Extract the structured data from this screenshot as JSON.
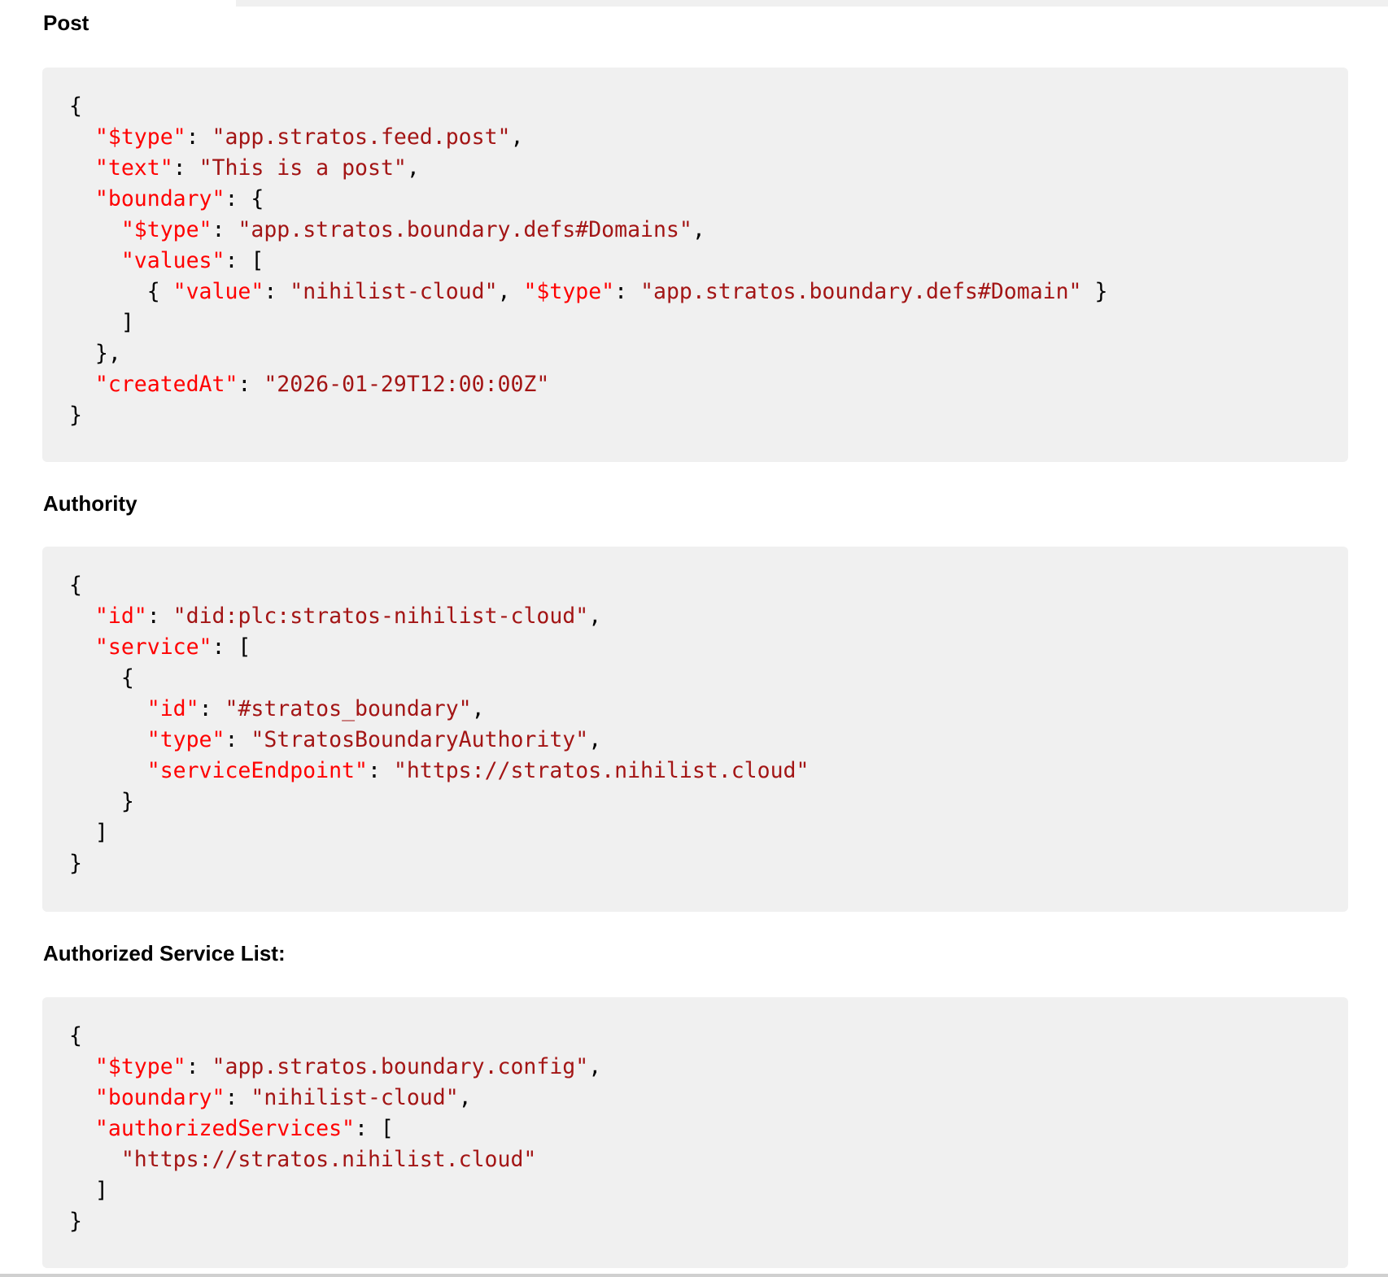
{
  "sections": [
    {
      "heading": "Post",
      "lines": [
        [
          [
            "p",
            "{"
          ]
        ],
        [
          [
            "p",
            "  "
          ],
          [
            "k",
            "\"$type\""
          ],
          [
            "p",
            ": "
          ],
          [
            "s",
            "\"app.stratos.feed.post\""
          ],
          [
            "p",
            ","
          ]
        ],
        [
          [
            "p",
            "  "
          ],
          [
            "k",
            "\"text\""
          ],
          [
            "p",
            ": "
          ],
          [
            "s",
            "\"This is a post\""
          ],
          [
            "p",
            ","
          ]
        ],
        [
          [
            "p",
            "  "
          ],
          [
            "k",
            "\"boundary\""
          ],
          [
            "p",
            ": {"
          ]
        ],
        [
          [
            "p",
            "    "
          ],
          [
            "k",
            "\"$type\""
          ],
          [
            "p",
            ": "
          ],
          [
            "s",
            "\"app.stratos.boundary.defs#Domains\""
          ],
          [
            "p",
            ","
          ]
        ],
        [
          [
            "p",
            "    "
          ],
          [
            "k",
            "\"values\""
          ],
          [
            "p",
            ": ["
          ]
        ],
        [
          [
            "p",
            "      { "
          ],
          [
            "k",
            "\"value\""
          ],
          [
            "p",
            ": "
          ],
          [
            "s",
            "\"nihilist-cloud\""
          ],
          [
            "p",
            ", "
          ],
          [
            "k",
            "\"$type\""
          ],
          [
            "p",
            ": "
          ],
          [
            "s",
            "\"app.stratos.boundary.defs#Domain\""
          ],
          [
            "p",
            " }"
          ]
        ],
        [
          [
            "p",
            "    ]"
          ]
        ],
        [
          [
            "p",
            "  },"
          ]
        ],
        [
          [
            "p",
            "  "
          ],
          [
            "k",
            "\"createdAt\""
          ],
          [
            "p",
            ": "
          ],
          [
            "s",
            "\"2026-01-29T12:00:00Z\""
          ]
        ],
        [
          [
            "p",
            "}"
          ]
        ]
      ]
    },
    {
      "heading": "Authority",
      "lines": [
        [
          [
            "p",
            "{"
          ]
        ],
        [
          [
            "p",
            "  "
          ],
          [
            "k",
            "\"id\""
          ],
          [
            "p",
            ": "
          ],
          [
            "s",
            "\"did:plc:stratos-nihilist-cloud\""
          ],
          [
            "p",
            ","
          ]
        ],
        [
          [
            "p",
            "  "
          ],
          [
            "k",
            "\"service\""
          ],
          [
            "p",
            ": ["
          ]
        ],
        [
          [
            "p",
            "    {"
          ]
        ],
        [
          [
            "p",
            "      "
          ],
          [
            "k",
            "\"id\""
          ],
          [
            "p",
            ": "
          ],
          [
            "s",
            "\"#stratos_boundary\""
          ],
          [
            "p",
            ","
          ]
        ],
        [
          [
            "p",
            "      "
          ],
          [
            "k",
            "\"type\""
          ],
          [
            "p",
            ": "
          ],
          [
            "s",
            "\"StratosBoundaryAuthority\""
          ],
          [
            "p",
            ","
          ]
        ],
        [
          [
            "p",
            "      "
          ],
          [
            "k",
            "\"serviceEndpoint\""
          ],
          [
            "p",
            ": "
          ],
          [
            "s",
            "\"https://stratos.nihilist.cloud\""
          ]
        ],
        [
          [
            "p",
            "    }"
          ]
        ],
        [
          [
            "p",
            "  ]"
          ]
        ],
        [
          [
            "p",
            "}"
          ]
        ]
      ]
    },
    {
      "heading": "Authorized Service List:",
      "lines": [
        [
          [
            "p",
            "{"
          ]
        ],
        [
          [
            "p",
            "  "
          ],
          [
            "k",
            "\"$type\""
          ],
          [
            "p",
            ": "
          ],
          [
            "s",
            "\"app.stratos.boundary.config\""
          ],
          [
            "p",
            ","
          ]
        ],
        [
          [
            "p",
            "  "
          ],
          [
            "k",
            "\"boundary\""
          ],
          [
            "p",
            ": "
          ],
          [
            "s",
            "\"nihilist-cloud\""
          ],
          [
            "p",
            ","
          ]
        ],
        [
          [
            "p",
            "  "
          ],
          [
            "k",
            "\"authorizedServices\""
          ],
          [
            "p",
            ": ["
          ]
        ],
        [
          [
            "p",
            "    "
          ],
          [
            "s",
            "\"https://stratos.nihilist.cloud\""
          ]
        ],
        [
          [
            "p",
            "  ]"
          ]
        ],
        [
          [
            "p",
            "}"
          ]
        ]
      ]
    }
  ],
  "colors": {
    "key": "#ff0000",
    "string": "#a31515",
    "punct": "#000000",
    "code_bg": "#f0f0f0"
  }
}
